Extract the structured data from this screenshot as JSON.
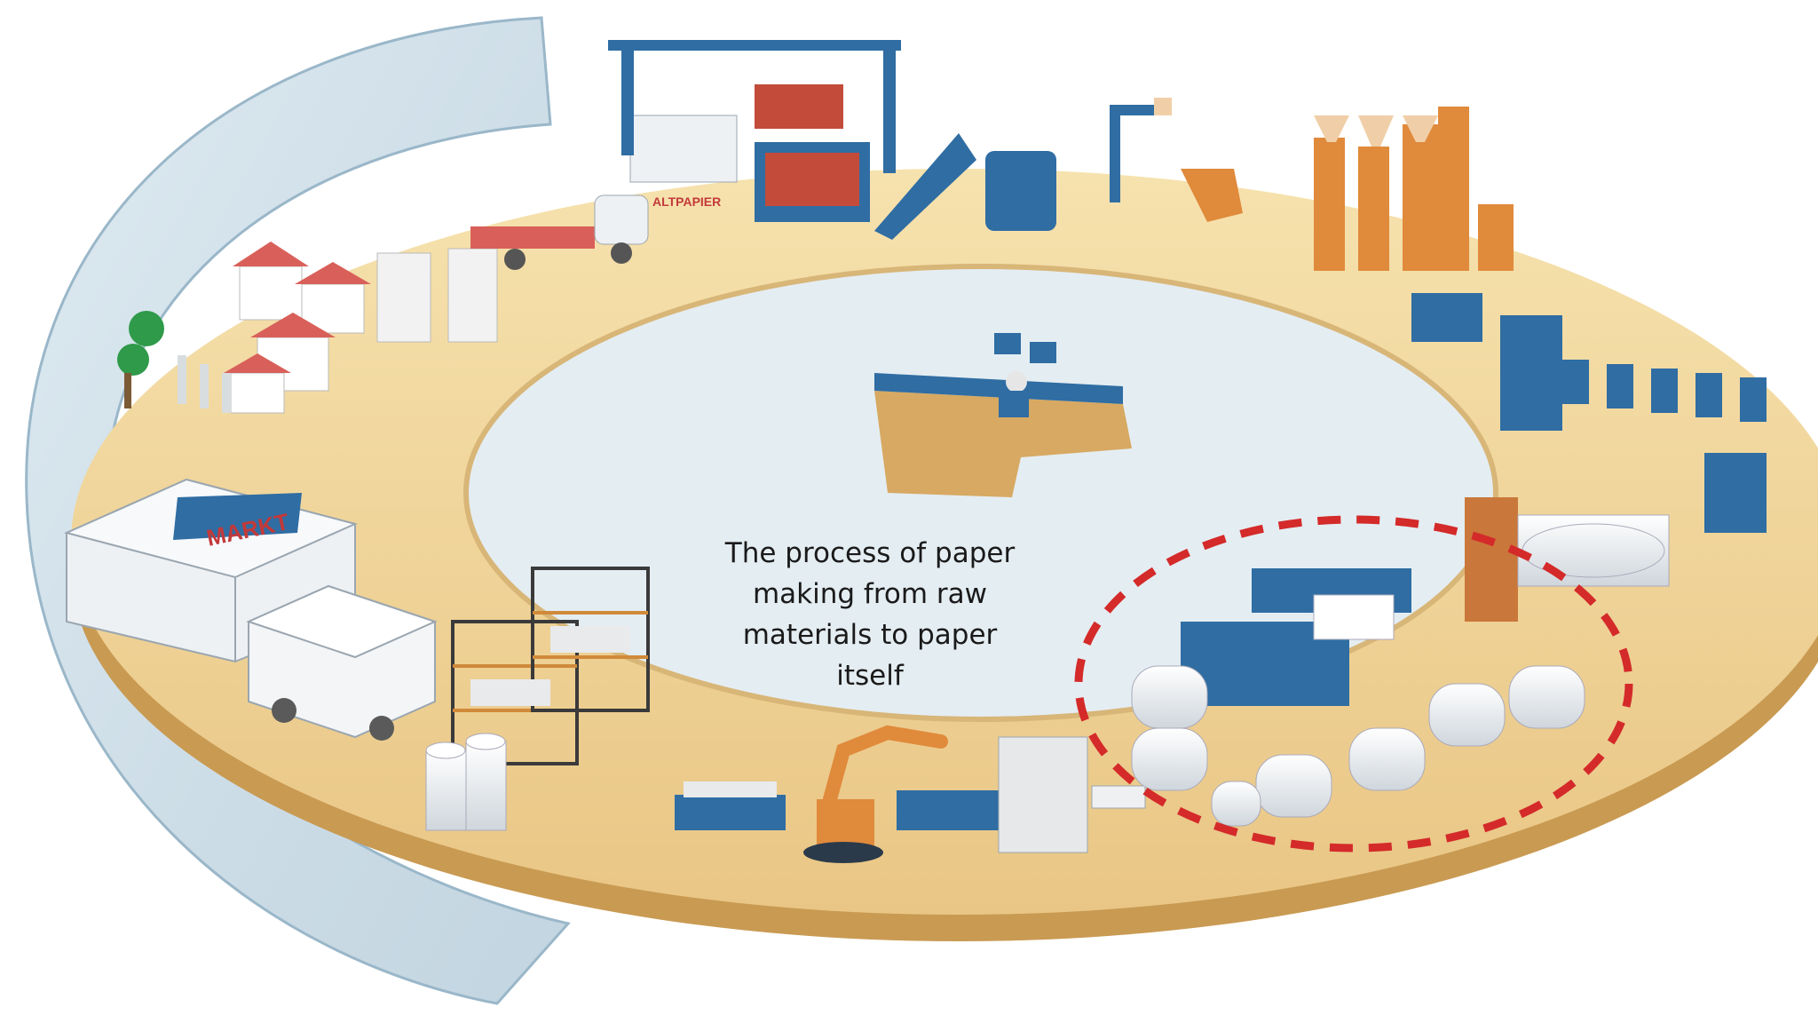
{
  "caption": {
    "lines": [
      "The process of paper",
      "making from raw",
      "materials to paper",
      "itself"
    ]
  },
  "signs": {
    "recycling_truck": "ALTPAPIER",
    "market": "MARKT"
  },
  "colors": {
    "ring_top": "#f3d79c",
    "ring_edge": "#c99a52",
    "machine_blue": "#2f6da3",
    "machine_orange": "#e08a3c",
    "highlight_dashes": "#d42a2a",
    "glass": "#c9dbe6"
  }
}
